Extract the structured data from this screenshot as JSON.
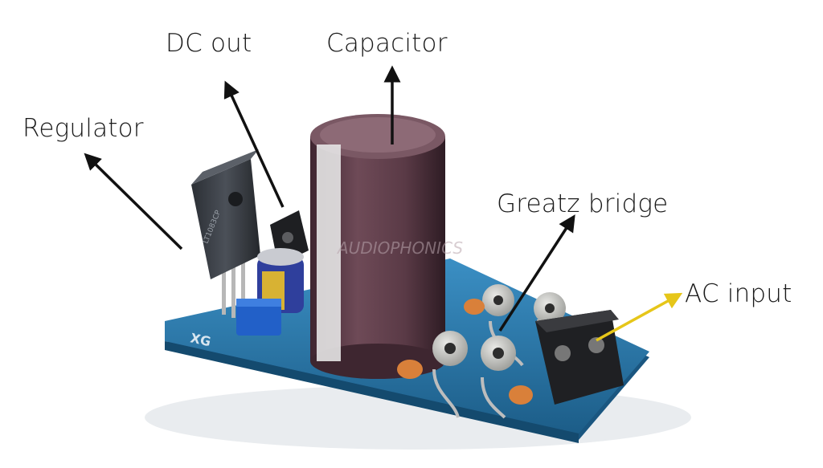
{
  "labels": {
    "regulator": "Regulator",
    "dc_out": "DC out",
    "capacitor": "Capacitor",
    "greatz_bridge": "Greatz bridge",
    "ac_input": "AC input"
  },
  "board": {
    "silkscreen": "XG",
    "regulator_marking": "LT1083CP",
    "watermark": "AUDIOPHONICS"
  },
  "colors": {
    "label_arrow": "#111111",
    "ac_arrow": "#e6c619",
    "pcb": "#1f6e9e",
    "capacitor": "#5a3a46",
    "diode_caps": "#d9803a"
  }
}
